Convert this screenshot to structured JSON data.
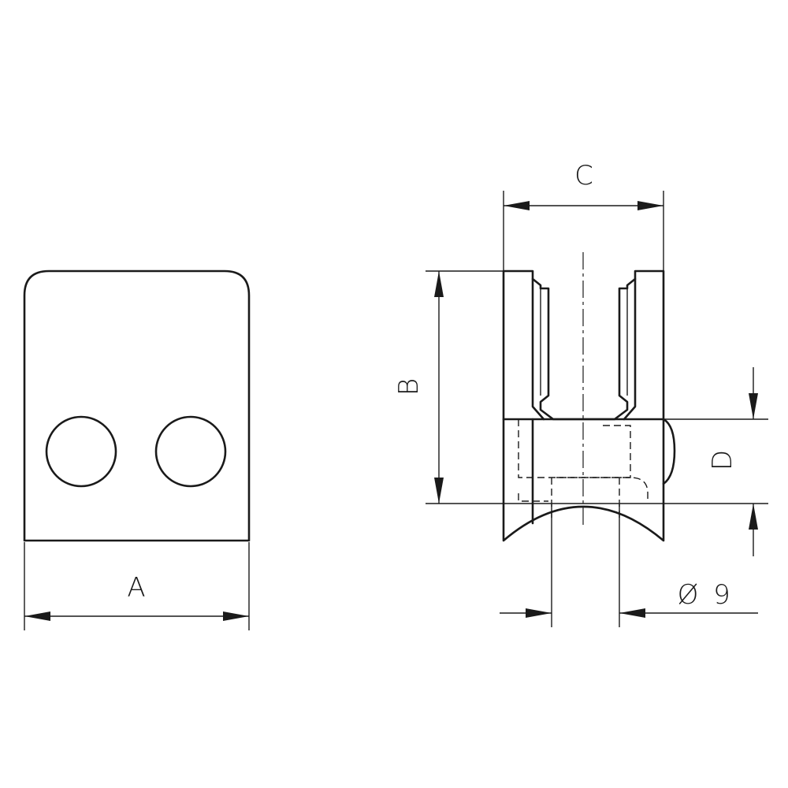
{
  "labels": {
    "a": "A",
    "b": "B",
    "c": "C",
    "d": "D",
    "diameter_symbol": "Ø",
    "diameter_value": "9"
  }
}
